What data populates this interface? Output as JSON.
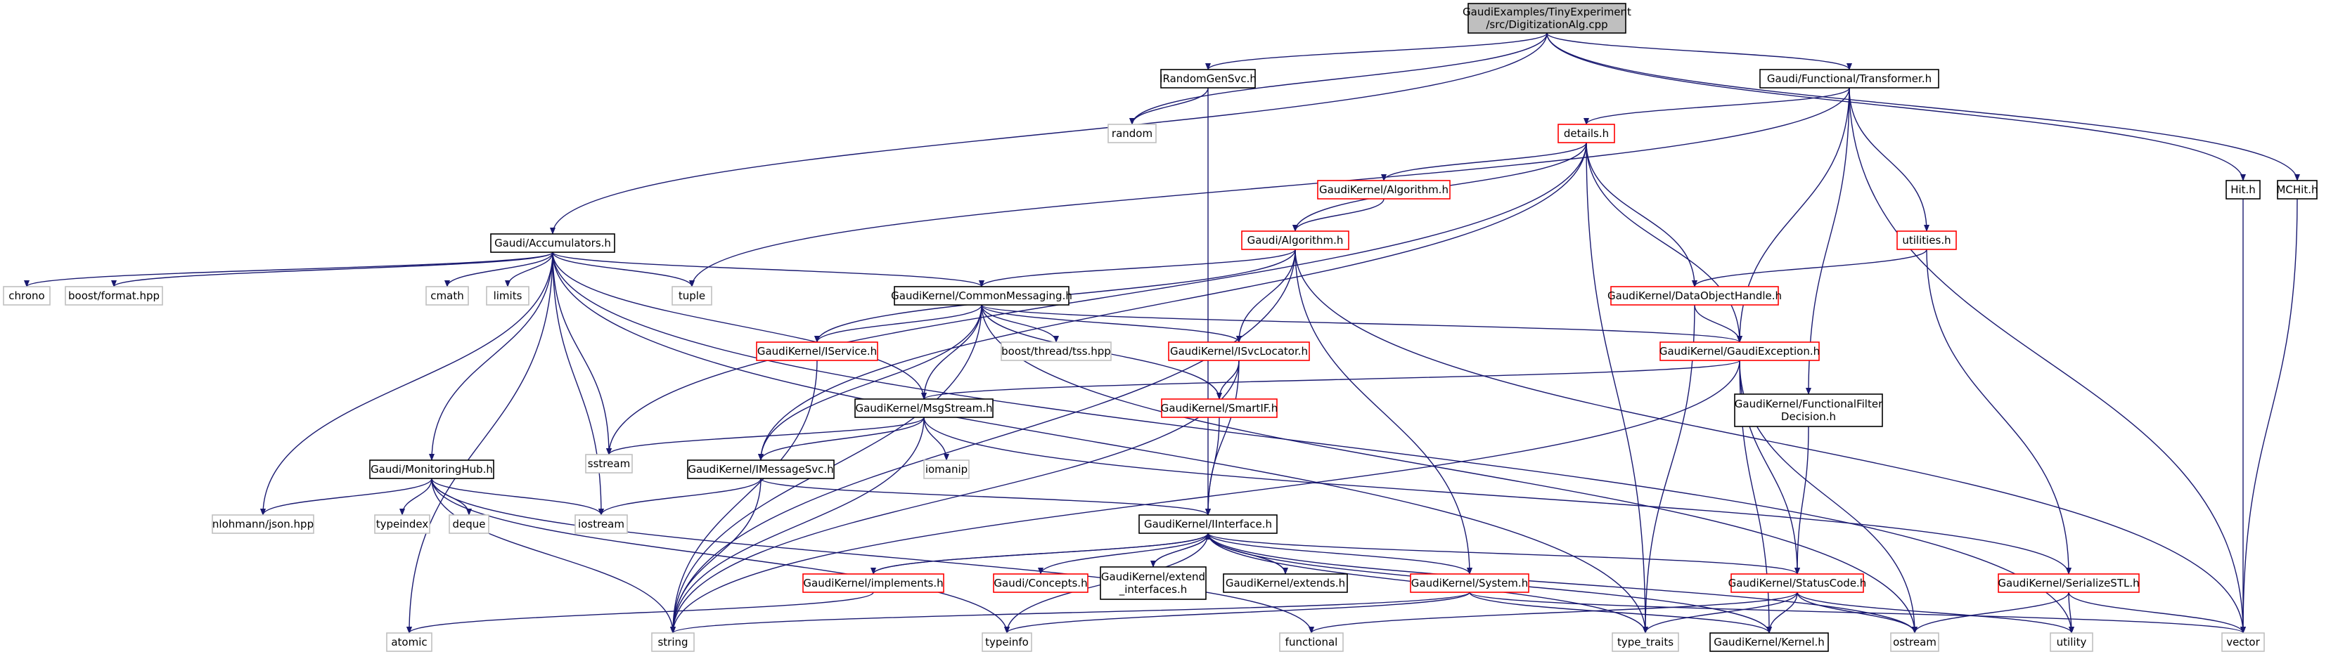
{
  "colors": {
    "root_fill": "#bfbfbf",
    "root_stroke": "#000000",
    "doc_stroke": "#000000",
    "truncated_stroke": "#ff0000",
    "system_stroke": "#bfbfbf",
    "fill": "#ffffff",
    "edge": "#191970"
  },
  "nodes": [
    {
      "id": "root",
      "kind": "root",
      "lines": [
        "GaudiExamples/TinyExperiment",
        "/src/DigitizationAlg.cpp"
      ]
    },
    {
      "id": "irandom",
      "kind": "doc",
      "lines": [
        "IRandomGenSvc.h"
      ]
    },
    {
      "id": "transformer",
      "kind": "doc",
      "lines": [
        "Gaudi/Functional/Transformer.h"
      ]
    },
    {
      "id": "hit",
      "kind": "doc",
      "lines": [
        "Hit.h"
      ]
    },
    {
      "id": "mchit",
      "kind": "doc",
      "lines": [
        "MCHit.h"
      ]
    },
    {
      "id": "random",
      "kind": "system",
      "lines": [
        "random"
      ]
    },
    {
      "id": "details",
      "kind": "truncated",
      "lines": [
        "details.h"
      ]
    },
    {
      "id": "gk_algorithm",
      "kind": "truncated",
      "lines": [
        "GaudiKernel/Algorithm.h"
      ]
    },
    {
      "id": "g_algorithm",
      "kind": "truncated",
      "lines": [
        "Gaudi/Algorithm.h"
      ]
    },
    {
      "id": "utilities",
      "kind": "truncated",
      "lines": [
        "utilities.h"
      ]
    },
    {
      "id": "accumulators",
      "kind": "doc",
      "lines": [
        "Gaudi/Accumulators.h"
      ]
    },
    {
      "id": "chrono",
      "kind": "system",
      "lines": [
        "chrono"
      ]
    },
    {
      "id": "boost_format",
      "kind": "system",
      "lines": [
        "boost/format.hpp"
      ]
    },
    {
      "id": "cmath",
      "kind": "system",
      "lines": [
        "cmath"
      ]
    },
    {
      "id": "limits",
      "kind": "system",
      "lines": [
        "limits"
      ]
    },
    {
      "id": "tuple",
      "kind": "system",
      "lines": [
        "tuple"
      ]
    },
    {
      "id": "common_messaging",
      "kind": "doc",
      "lines": [
        "GaudiKernel/CommonMessaging.h"
      ]
    },
    {
      "id": "dataobjecthandle",
      "kind": "truncated",
      "lines": [
        "GaudiKernel/DataObjectHandle.h"
      ]
    },
    {
      "id": "iservice",
      "kind": "truncated",
      "lines": [
        "GaudiKernel/IService.h"
      ]
    },
    {
      "id": "boost_tss",
      "kind": "system",
      "lines": [
        "boost/thread/tss.hpp"
      ]
    },
    {
      "id": "isvclocator",
      "kind": "truncated",
      "lines": [
        "GaudiKernel/ISvcLocator.h"
      ]
    },
    {
      "id": "gaudiexception",
      "kind": "truncated",
      "lines": [
        "GaudiKernel/GaudiException.h"
      ]
    },
    {
      "id": "smartif",
      "kind": "truncated",
      "lines": [
        "GaudiKernel/SmartIF.h"
      ]
    },
    {
      "id": "msgstream",
      "kind": "doc",
      "lines": [
        "GaudiKernel/MsgStream.h"
      ]
    },
    {
      "id": "functionalfilter",
      "kind": "doc",
      "lines": [
        "GaudiKernel/FunctionalFilter",
        "Decision.h"
      ]
    },
    {
      "id": "sstream",
      "kind": "system",
      "lines": [
        "sstream"
      ]
    },
    {
      "id": "iomanip",
      "kind": "system",
      "lines": [
        "iomanip"
      ]
    },
    {
      "id": "monitoringhub",
      "kind": "doc",
      "lines": [
        "Gaudi/MonitoringHub.h"
      ]
    },
    {
      "id": "imessagesvc",
      "kind": "doc",
      "lines": [
        "GaudiKernel/IMessageSvc.h"
      ]
    },
    {
      "id": "nlohmann",
      "kind": "system",
      "lines": [
        "nlohmann/json.hpp"
      ]
    },
    {
      "id": "typeindex",
      "kind": "system",
      "lines": [
        "typeindex"
      ]
    },
    {
      "id": "deque",
      "kind": "system",
      "lines": [
        "deque"
      ]
    },
    {
      "id": "iostream",
      "kind": "system",
      "lines": [
        "iostream"
      ]
    },
    {
      "id": "iinterface",
      "kind": "doc",
      "lines": [
        "GaudiKernel/IInterface.h"
      ]
    },
    {
      "id": "implements",
      "kind": "truncated",
      "lines": [
        "GaudiKernel/implements.h"
      ]
    },
    {
      "id": "concepts",
      "kind": "truncated",
      "lines": [
        "Gaudi/Concepts.h"
      ]
    },
    {
      "id": "extend_interfaces",
      "kind": "doc",
      "lines": [
        "GaudiKernel/extend",
        "_interfaces.h"
      ]
    },
    {
      "id": "extends",
      "kind": "doc",
      "lines": [
        "GaudiKernel/extends.h"
      ]
    },
    {
      "id": "system",
      "kind": "truncated",
      "lines": [
        "GaudiKernel/System.h"
      ]
    },
    {
      "id": "statuscode",
      "kind": "truncated",
      "lines": [
        "GaudiKernel/StatusCode.h"
      ]
    },
    {
      "id": "serializestl",
      "kind": "truncated",
      "lines": [
        "GaudiKernel/SerializeSTL.h"
      ]
    },
    {
      "id": "atomic",
      "kind": "system",
      "lines": [
        "atomic"
      ]
    },
    {
      "id": "string",
      "kind": "system",
      "lines": [
        "string"
      ]
    },
    {
      "id": "typeinfo",
      "kind": "system",
      "lines": [
        "typeinfo"
      ]
    },
    {
      "id": "functional",
      "kind": "system",
      "lines": [
        "functional"
      ]
    },
    {
      "id": "type_traits",
      "kind": "system",
      "lines": [
        "type_traits"
      ]
    },
    {
      "id": "kernel",
      "kind": "doc",
      "lines": [
        "GaudiKernel/Kernel.h"
      ]
    },
    {
      "id": "ostream",
      "kind": "system",
      "lines": [
        "ostream"
      ]
    },
    {
      "id": "utility",
      "kind": "system",
      "lines": [
        "utility"
      ]
    },
    {
      "id": "vector",
      "kind": "system",
      "lines": [
        "vector"
      ]
    }
  ],
  "edges": [
    [
      "root",
      "irandom"
    ],
    [
      "root",
      "transformer"
    ],
    [
      "root",
      "hit"
    ],
    [
      "root",
      "mchit"
    ],
    [
      "root",
      "random"
    ],
    [
      "root",
      "accumulators"
    ],
    [
      "irandom",
      "random"
    ],
    [
      "irandom",
      "iinterface"
    ],
    [
      "transformer",
      "details"
    ],
    [
      "transformer",
      "utilities"
    ],
    [
      "transformer",
      "gaudiexception"
    ],
    [
      "transformer",
      "functionalfilter"
    ],
    [
      "transformer",
      "tuple"
    ],
    [
      "transformer",
      "vector"
    ],
    [
      "hit",
      "vector"
    ],
    [
      "mchit",
      "vector"
    ],
    [
      "details",
      "gk_algorithm"
    ],
    [
      "details",
      "g_algorithm"
    ],
    [
      "details",
      "dataobjecthandle"
    ],
    [
      "details",
      "gaudiexception"
    ],
    [
      "details",
      "type_traits"
    ],
    [
      "details",
      "sstream"
    ],
    [
      "details",
      "imessagesvc"
    ],
    [
      "gk_algorithm",
      "g_algorithm"
    ],
    [
      "g_algorithm",
      "common_messaging"
    ],
    [
      "g_algorithm",
      "iservice"
    ],
    [
      "g_algorithm",
      "isvclocator"
    ],
    [
      "g_algorithm",
      "system"
    ],
    [
      "g_algorithm",
      "string"
    ],
    [
      "g_algorithm",
      "vector"
    ],
    [
      "utilities",
      "dataobjecthandle"
    ],
    [
      "utilities",
      "serializestl"
    ],
    [
      "accumulators",
      "chrono"
    ],
    [
      "accumulators",
      "boost_format"
    ],
    [
      "accumulators",
      "cmath"
    ],
    [
      "accumulators",
      "limits"
    ],
    [
      "accumulators",
      "tuple"
    ],
    [
      "accumulators",
      "common_messaging"
    ],
    [
      "accumulators",
      "msgstream"
    ],
    [
      "accumulators",
      "monitoringhub"
    ],
    [
      "accumulators",
      "sstream"
    ],
    [
      "accumulators",
      "iostream"
    ],
    [
      "accumulators",
      "nlohmann"
    ],
    [
      "accumulators",
      "atomic"
    ],
    [
      "accumulators",
      "type_traits"
    ],
    [
      "accumulators",
      "utility"
    ],
    [
      "common_messaging",
      "iservice"
    ],
    [
      "common_messaging",
      "boost_tss"
    ],
    [
      "common_messaging",
      "isvclocator"
    ],
    [
      "common_messaging",
      "smartif"
    ],
    [
      "common_messaging",
      "gaudiexception"
    ],
    [
      "common_messaging",
      "msgstream"
    ],
    [
      "common_messaging",
      "imessagesvc"
    ],
    [
      "common_messaging",
      "string"
    ],
    [
      "common_messaging",
      "ostream"
    ],
    [
      "dataobjecthandle",
      "gaudiexception"
    ],
    [
      "dataobjecthandle",
      "type_traits"
    ],
    [
      "iservice",
      "string"
    ],
    [
      "isvclocator",
      "smartif"
    ],
    [
      "isvclocator",
      "iinterface"
    ],
    [
      "isvclocator",
      "string"
    ],
    [
      "gaudiexception",
      "msgstream"
    ],
    [
      "gaudiexception",
      "statuscode"
    ],
    [
      "gaudiexception",
      "kernel"
    ],
    [
      "gaudiexception",
      "string"
    ],
    [
      "gaudiexception",
      "ostream"
    ],
    [
      "smartif",
      "iinterface"
    ],
    [
      "msgstream",
      "sstream"
    ],
    [
      "msgstream",
      "iomanip"
    ],
    [
      "msgstream",
      "imessagesvc"
    ],
    [
      "msgstream",
      "serializestl"
    ],
    [
      "msgstream",
      "string"
    ],
    [
      "functionalfilter",
      "statuscode"
    ],
    [
      "monitoringhub",
      "nlohmann"
    ],
    [
      "monitoringhub",
      "typeindex"
    ],
    [
      "monitoringhub",
      "deque"
    ],
    [
      "monitoringhub",
      "iostream"
    ],
    [
      "monitoringhub",
      "string"
    ],
    [
      "monitoringhub",
      "typeinfo"
    ],
    [
      "monitoringhub",
      "functional"
    ],
    [
      "imessagesvc",
      "iinterface"
    ],
    [
      "imessagesvc",
      "iostream"
    ],
    [
      "imessagesvc",
      "string"
    ],
    [
      "iinterface",
      "implements"
    ],
    [
      "iinterface",
      "concepts"
    ],
    [
      "iinterface",
      "extend_interfaces"
    ],
    [
      "iinterface",
      "extends"
    ],
    [
      "iinterface",
      "system"
    ],
    [
      "iinterface",
      "statuscode"
    ],
    [
      "iinterface",
      "kernel"
    ],
    [
      "iinterface",
      "ostream"
    ],
    [
      "iinterface",
      "typeinfo"
    ],
    [
      "iinterface",
      "type_traits"
    ],
    [
      "implements",
      "iinterface"
    ],
    [
      "implements",
      "atomic"
    ],
    [
      "extend_interfaces",
      "iinterface"
    ],
    [
      "extends",
      "iinterface"
    ],
    [
      "system",
      "kernel"
    ],
    [
      "system",
      "string"
    ],
    [
      "system",
      "typeinfo"
    ],
    [
      "system",
      "vector"
    ],
    [
      "statuscode",
      "kernel"
    ],
    [
      "statuscode",
      "ostream"
    ],
    [
      "statuscode",
      "type_traits"
    ],
    [
      "statuscode",
      "utility"
    ],
    [
      "statuscode",
      "functional"
    ],
    [
      "serializestl",
      "ostream"
    ],
    [
      "serializestl",
      "utility"
    ],
    [
      "serializestl",
      "vector"
    ]
  ]
}
